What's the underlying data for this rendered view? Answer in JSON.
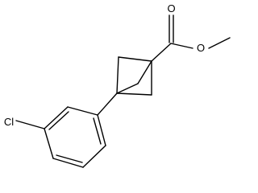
{
  "atoms": {
    "O_carbonyl": "O",
    "O_ester": "O",
    "Cl": "Cl"
  },
  "colors": {
    "bond": "#000000",
    "background": "#ffffff"
  }
}
